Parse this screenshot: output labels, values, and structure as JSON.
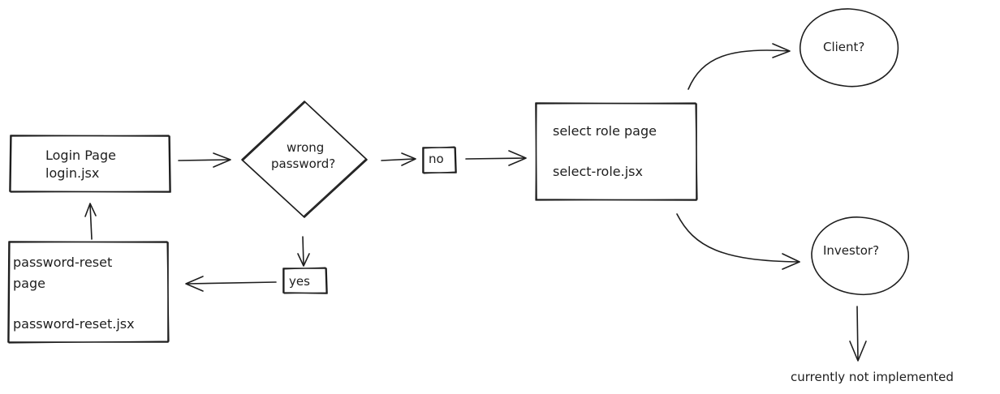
{
  "nodes": {
    "login": {
      "line1": "Login Page",
      "line2": "login.jsx"
    },
    "wrong_password": {
      "line1": "wrong",
      "line2": "password?"
    },
    "no_label": "no",
    "yes_label": "yes",
    "select_role": {
      "line1": "select role page",
      "line2": "select-role.jsx"
    },
    "client": "Client?",
    "investor": "Investor?",
    "password_reset": {
      "line1": "password-reset",
      "line2": "page",
      "line3": "password-reset.jsx"
    },
    "not_implemented": "currently not implemented"
  },
  "colors": {
    "stroke": "#1e1e1e",
    "background": "#ffffff"
  }
}
